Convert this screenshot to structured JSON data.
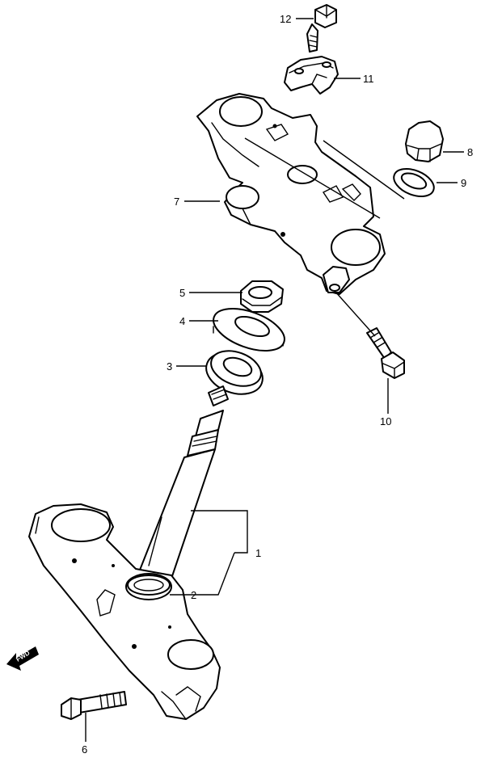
{
  "diagram": {
    "callouts": [
      {
        "id": "1",
        "label": "1"
      },
      {
        "id": "2",
        "label": "2"
      },
      {
        "id": "3",
        "label": "3"
      },
      {
        "id": "4",
        "label": "4"
      },
      {
        "id": "5",
        "label": "5"
      },
      {
        "id": "6",
        "label": "6"
      },
      {
        "id": "7",
        "label": "7"
      },
      {
        "id": "8",
        "label": "8"
      },
      {
        "id": "9",
        "label": "9"
      },
      {
        "id": "10",
        "label": "10"
      },
      {
        "id": "11",
        "label": "11"
      },
      {
        "id": "12",
        "label": "12"
      }
    ],
    "direction_label": "FWD"
  }
}
